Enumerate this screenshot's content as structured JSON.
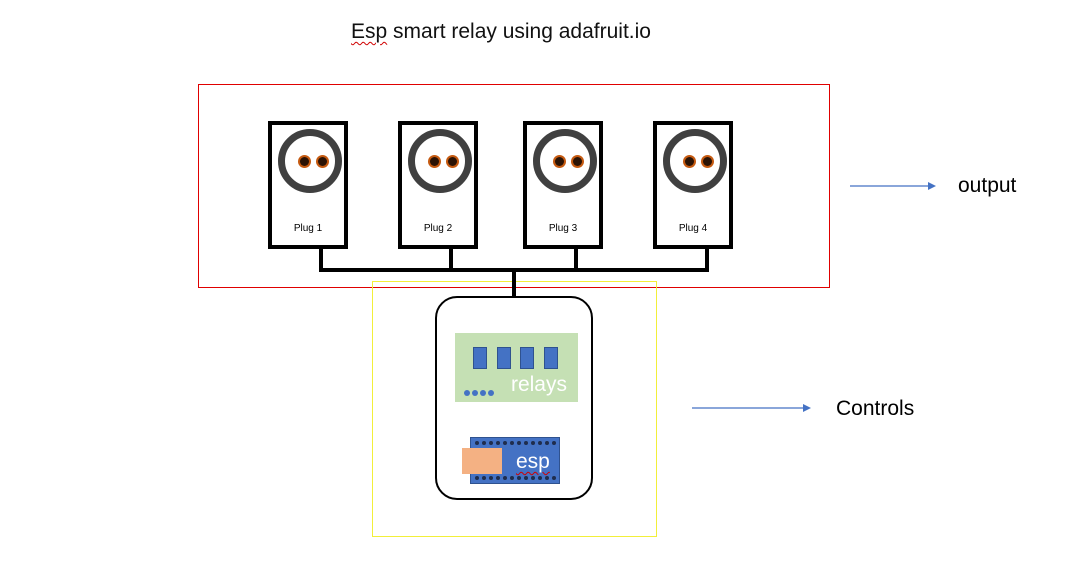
{
  "title": {
    "prefix": "Esp",
    "rest": " smart relay using adafruit.io"
  },
  "plugs": [
    {
      "label": "Plug 1"
    },
    {
      "label": "Plug 2"
    },
    {
      "label": "Plug 3"
    },
    {
      "label": "Plug 4"
    }
  ],
  "relay_board": {
    "label": "relays",
    "relay_count": 4
  },
  "esp_board": {
    "label": "esp"
  },
  "labels": {
    "output": "output",
    "controls": "Controls"
  },
  "colors": {
    "output_border": "#e00000",
    "controls_border": "#f2ef3a",
    "relay_board_fill": "#c5e0b4",
    "relay_fill": "#4472c4",
    "esp_fill": "#4472c4",
    "esp_chip_fill": "#f4b183",
    "arrow": "#4472c4",
    "socket_ring": "#404040",
    "socket_hole_ring": "#c55a11"
  }
}
